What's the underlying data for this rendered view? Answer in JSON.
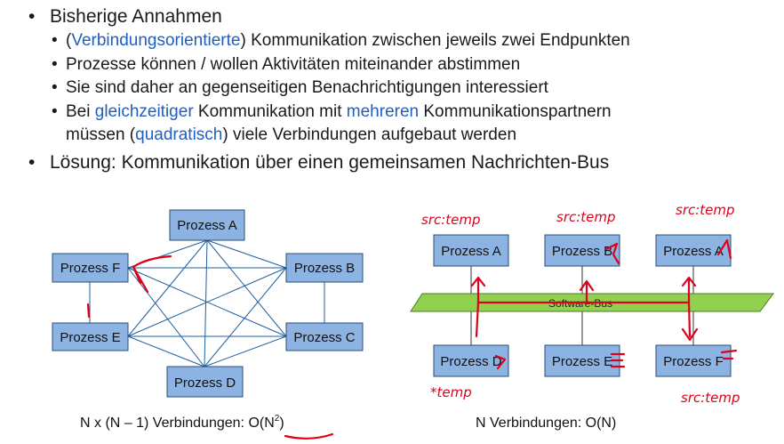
{
  "bullets": {
    "b1_text": "Bisherige Annahmen",
    "sub1": {
      "pre": "(",
      "blue": "Verbindungsorientierte",
      "post": ") Kommunikation zwischen jeweils zwei Endpunkten"
    },
    "sub2": "Prozesse können / wollen Aktivitäten miteinander abstimmen",
    "sub3": "Sie sind daher an gegenseitigen Benachrichtigungen interessiert",
    "sub4": {
      "t1": "Bei ",
      "b1": "gleichzeitiger",
      "t2": " Kommunikation mit ",
      "b2": "mehreren",
      "t3": " Kommunikationspartnern",
      "t4": "müssen (",
      "b3": "quadratisch",
      "t5": ") viele Verbindungen aufgebaut werden"
    },
    "b2_text": "Lösung: Kommunikation über einen gemeinsamen Nachrichten-Bus"
  },
  "mesh": {
    "a": "Prozess A",
    "b": "Prozess B",
    "c": "Prozess C",
    "d": "Prozess D",
    "e": "Prozess E",
    "f": "Prozess F",
    "caption_pre": "N x (N – 1) Verbindungen: ",
    "caption_big_o": "O(N",
    "caption_exp": "2",
    "caption_close": ")"
  },
  "bus": {
    "top": [
      "Prozess A",
      "Prozess B",
      "Prozess A"
    ],
    "bottom": [
      "Prozess D",
      "Prozess E",
      "Prozess F"
    ],
    "bus_label": "Software-Bus",
    "caption": "N Verbindungen: O(N)"
  },
  "annotations": {
    "src1": "src:temp",
    "src2": "src:temp",
    "src3": "src:temp",
    "sink": "*temp",
    "src4": "src:temp"
  },
  "colors": {
    "box_fill": "#8db3e2",
    "box_stroke": "#2a4d77",
    "bus": "#92d050",
    "link": "#1f5f9f",
    "ink": "#e0001a",
    "highlight": "#1f5fbf"
  }
}
